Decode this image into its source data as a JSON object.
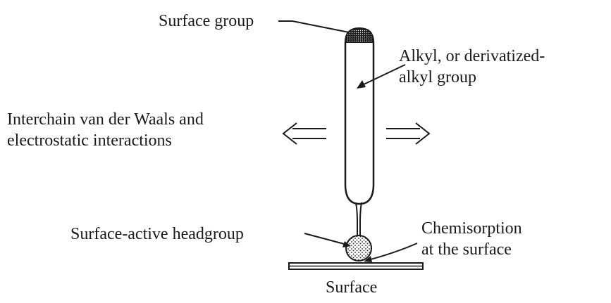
{
  "labels": {
    "surface_group": "Surface group",
    "alkyl_line1": "Alkyl, or derivatized-",
    "alkyl_line2": "alkyl group",
    "interchain_line1": "Interchain van der Waals and",
    "interchain_line2": "electrostatic interactions",
    "headgroup": "Surface-active headgroup",
    "chemisorption_line1": "Chemisorption",
    "chemisorption_line2": "at the surface",
    "surface": "Surface"
  },
  "colors": {
    "ink": "#1a1a1a",
    "background": "#ffffff"
  },
  "icons": {
    "left_arrow": "double-arrow-left-icon",
    "right_arrow": "double-arrow-right-icon"
  }
}
